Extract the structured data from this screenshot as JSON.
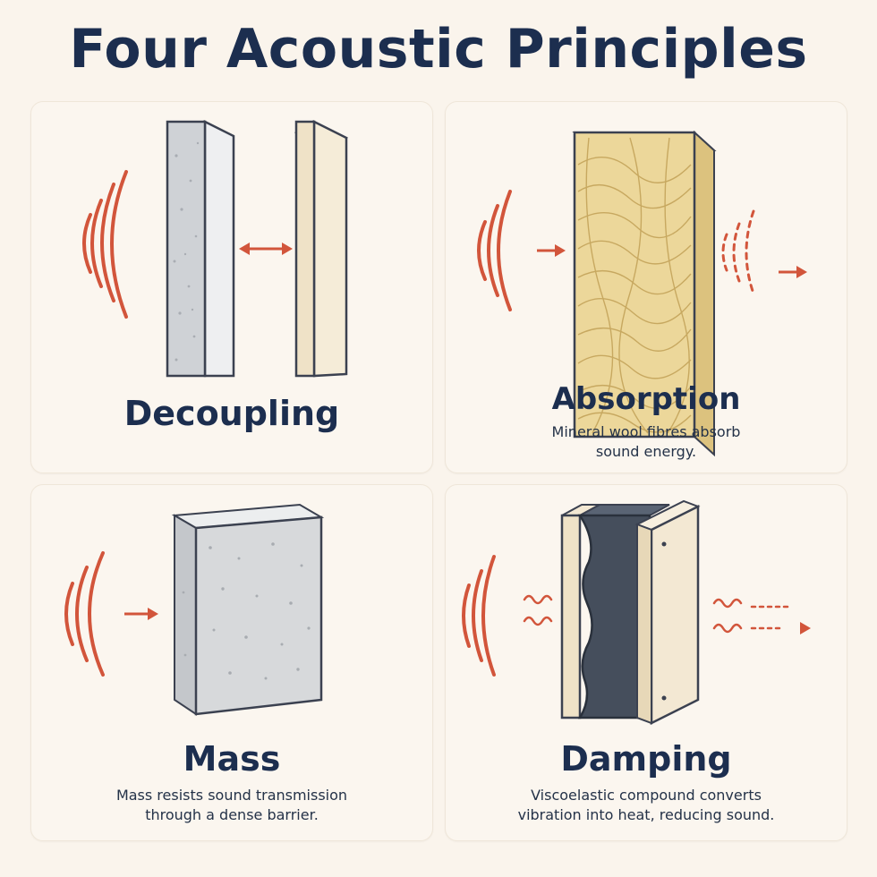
{
  "page": {
    "title": "Four Acoustic Principles"
  },
  "panels": [
    {
      "id": "decoupling",
      "label": "Decoupling",
      "desc_lines": []
    },
    {
      "id": "absorption",
      "label": "Absorption",
      "desc_lines": [
        "Mineral wool fibres absorb",
        "sound energy."
      ]
    },
    {
      "id": "mass",
      "label": "Mass",
      "desc_lines": [
        "Mass resists sound transmission",
        "through a dense barrier."
      ]
    },
    {
      "id": "damping",
      "label": "Damping",
      "desc_lines": [
        "Viscoelastic compound converts",
        "vibration into heat, reducing sound."
      ]
    }
  ],
  "colors": {
    "title": "#1c2e4f",
    "wave": "#d2553b",
    "concrete": "#d7d9db",
    "board": "#f3e8d3",
    "wool": "#ecd79a",
    "damping_core": "#454e5c"
  }
}
